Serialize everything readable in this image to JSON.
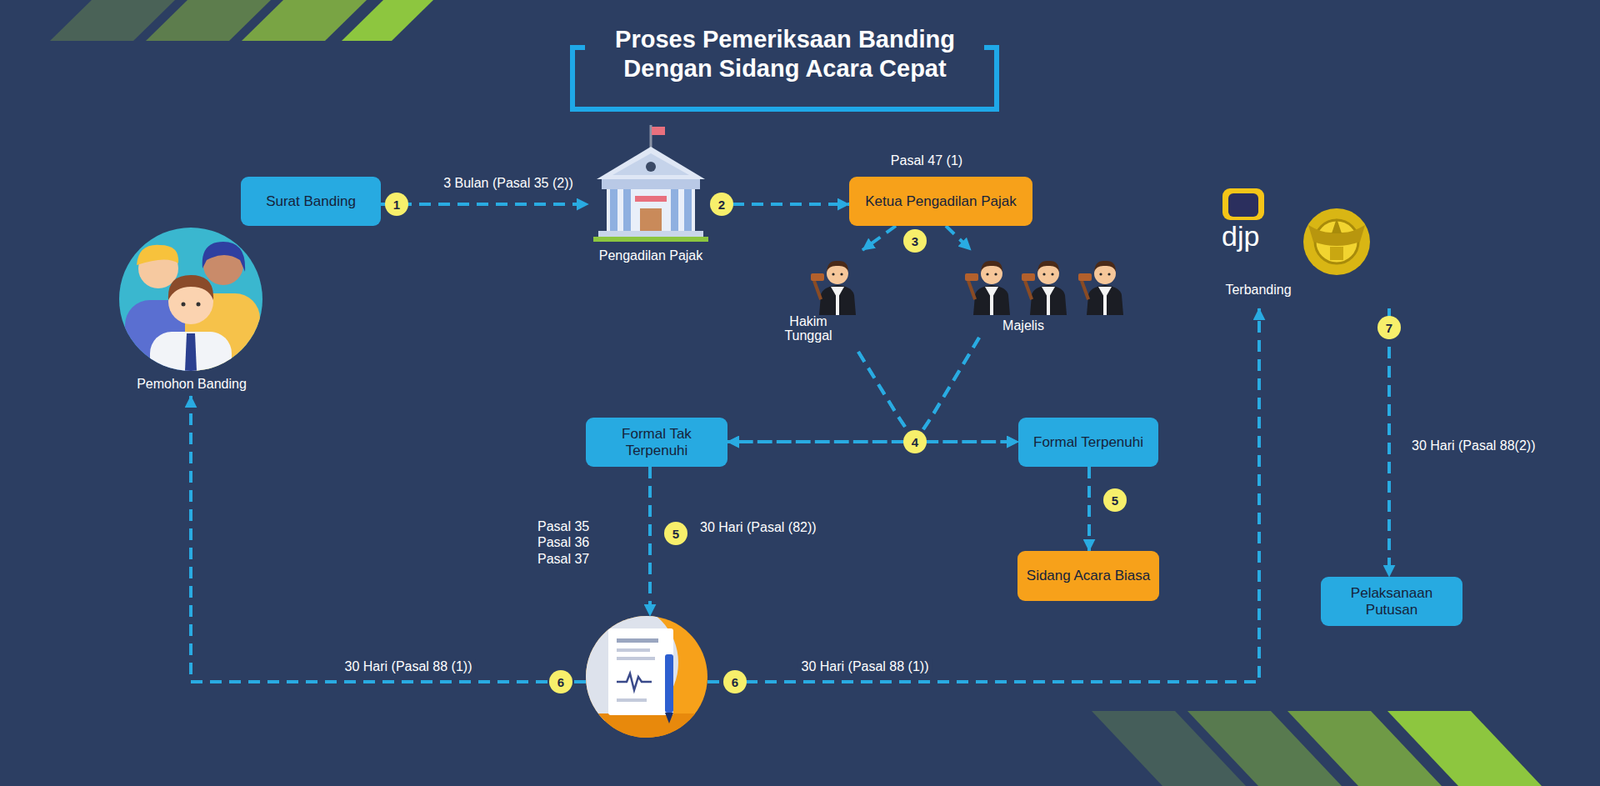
{
  "diagram": {
    "title": "Proses Pemeriksaan Banding Dengan Sidang Acara Cepat",
    "nodes": [
      {
        "text": [
          "Surat Banding"
        ]
      },
      {
        "text": [
          "Pengadilan Pajak"
        ]
      },
      {
        "text": [
          "Ketua Pengadilan Pajak"
        ]
      },
      {
        "text": [
          "Hakim Tunggal"
        ]
      },
      {
        "text": [
          "Majelis"
        ]
      },
      {
        "text": [
          "Formal Tak Terpenuhi"
        ]
      },
      {
        "text": [
          "Formal Terpenuhi"
        ]
      },
      {
        "text": [
          "Sidang Acara Biasa"
        ]
      },
      {
        "text": []
      },
      {
        "text": [
          "Pemohon Banding"
        ]
      },
      {
        "text": [
          "djp",
          "Terbanding"
        ]
      },
      {
        "text": [
          "Pelaksanaan Putusan"
        ]
      }
    ],
    "edges": [
      {
        "from": 0,
        "to": 1,
        "arrow": "to",
        "label": "3 Bulan (Pasal 35 (2))"
      },
      {
        "from": 1,
        "to": 2,
        "arrow": "to"
      },
      {
        "from": 2,
        "to": 3,
        "arrow": "to"
      },
      {
        "from": 2,
        "to": 4,
        "arrow": "to"
      },
      {
        "from": 3,
        "to": 5,
        "arrow": "to"
      },
      {
        "from": 3,
        "to": 6,
        "arrow": "to"
      },
      {
        "from": 4,
        "to": 5,
        "arrow": "to"
      },
      {
        "from": 4,
        "to": 6,
        "arrow": "to"
      },
      {
        "from": 5,
        "to": 8,
        "arrow": "to",
        "label": "30 Hari (Pasal (82))"
      },
      {
        "from": 6,
        "to": 7,
        "arrow": "to"
      },
      {
        "from": 8,
        "to": 9,
        "arrow": "to",
        "label": "30 Hari (Pasal 88 (1))"
      },
      {
        "from": 8,
        "to": 10,
        "arrow": "to",
        "label": "30 Hari (Pasal 88 (1))"
      },
      {
        "from": 10,
        "to": 11,
        "arrow": "to",
        "label": "30 Hari (Pasal 88(2))"
      }
    ],
    "labels": [
      "1",
      "2",
      "3",
      "4",
      "5",
      "5",
      "6",
      "6",
      "7",
      "Pasal 47 (1)",
      "Pasal 35",
      "Pasal 36",
      "Pasal 37"
    ]
  }
}
